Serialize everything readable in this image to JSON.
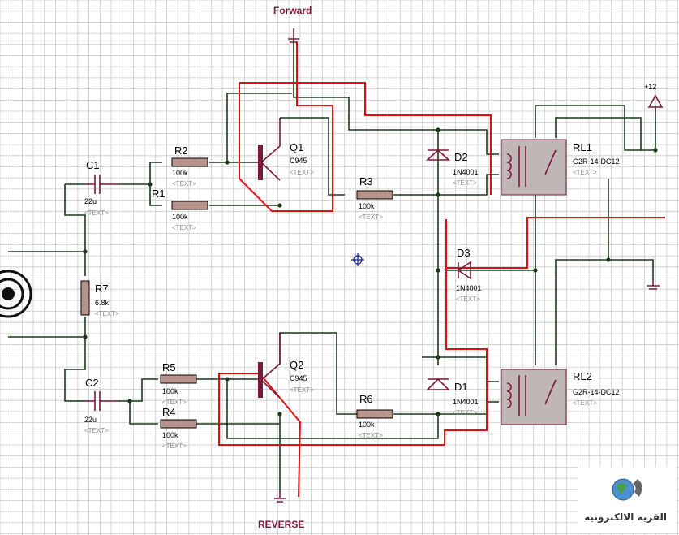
{
  "headers": {
    "forward": "Forward",
    "reverse": "REVERSE"
  },
  "placeholder_text": "<TEXT>",
  "supply_label": "+12",
  "components": {
    "C1": {
      "ref": "C1",
      "value": "22u"
    },
    "C2": {
      "ref": "C2",
      "value": "22u"
    },
    "R1": {
      "ref": "R1",
      "value": "100k"
    },
    "R2": {
      "ref": "R2",
      "value": "100k"
    },
    "R3": {
      "ref": "R3",
      "value": "100k"
    },
    "R4": {
      "ref": "R4",
      "value": "100k"
    },
    "R5": {
      "ref": "R5",
      "value": "100k"
    },
    "R6": {
      "ref": "R6",
      "value": "100k"
    },
    "R7": {
      "ref": "R7",
      "value": "6.8k"
    },
    "Q1": {
      "ref": "Q1",
      "value": "C945"
    },
    "Q2": {
      "ref": "Q2",
      "value": "C945"
    },
    "D1": {
      "ref": "D1",
      "value": "1N4001"
    },
    "D2": {
      "ref": "D2",
      "value": "1N4001"
    },
    "D3": {
      "ref": "D3",
      "value": "1N4001"
    },
    "RL1": {
      "ref": "RL1",
      "value": "G2R-14-DC12"
    },
    "RL2": {
      "ref": "RL2",
      "value": "G2R-14-DC12"
    }
  },
  "watermark": "القرية الالكترونية",
  "colors": {
    "grid": "#c9c9c9",
    "wire": "#1a3a1a",
    "annotation": "#e01010",
    "component": "#7a1a3a",
    "resistor": "#b8938c",
    "relay": "#c0b6b6"
  }
}
